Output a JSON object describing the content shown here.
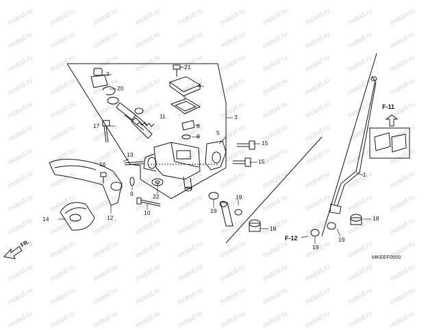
{
  "diagram": {
    "callouts": {
      "p1": "1",
      "p2": "2",
      "p3": "3",
      "p4": "4",
      "p5": "5",
      "p6": "6",
      "p7": "7",
      "p8": "8",
      "p9": "9",
      "p10": "10",
      "p11": "11",
      "p12": "12",
      "p13": "13",
      "p14": "14",
      "p15a": "15",
      "p15b": "15",
      "p16": "16",
      "p17": "17",
      "p18a": "18",
      "p18b": "18",
      "p19a": "19",
      "p19b": "19",
      "p19c": "19",
      "p19d": "19",
      "p20": "20",
      "p21": "21",
      "p22": "22"
    },
    "ref_f11": "F-11",
    "ref_f12": "F-12",
    "front_label": "FR.",
    "diagram_code": "MKEEF0500",
    "watermark": "motod.ru"
  }
}
